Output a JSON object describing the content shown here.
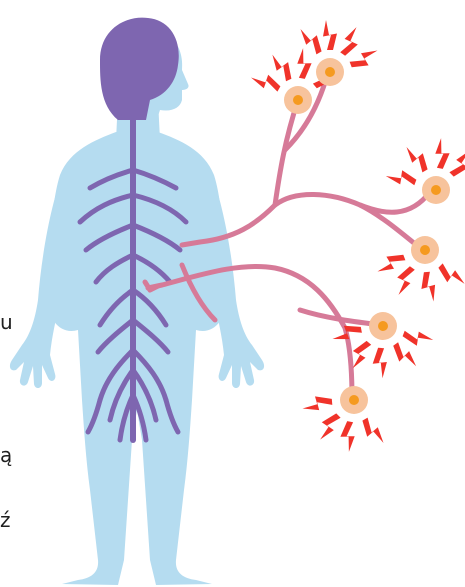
{
  "edge_text": {
    "fragment_1": "u",
    "fragment_2": "ą",
    "fragment_3": "ź"
  },
  "colors": {
    "body": "#b5dcf0",
    "body_outline": "#a6d2ea",
    "head": "#7e66b0",
    "nerves": "#7e66b0",
    "nerve_fiber": "#d67a98",
    "receptor_outer": "#f7c39c",
    "receptor_inner": "#f59a1f",
    "pain_signal": "#f0332a"
  }
}
